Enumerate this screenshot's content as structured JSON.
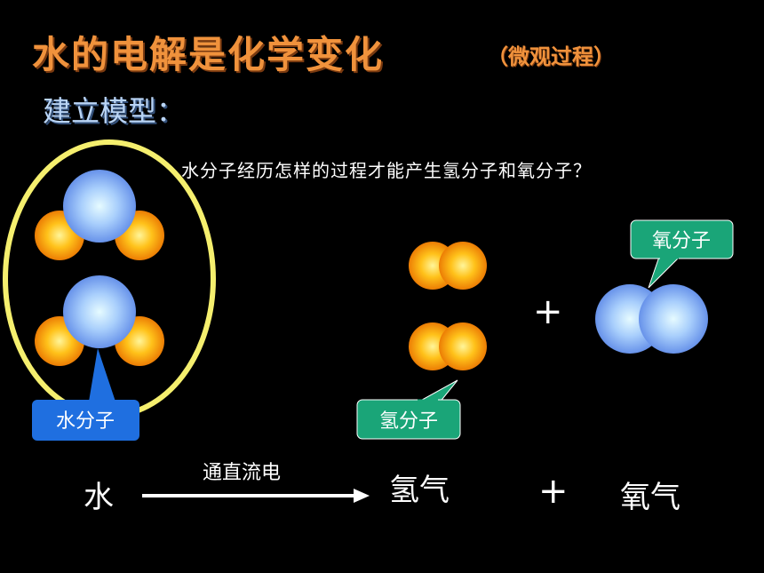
{
  "title": "水的电解是化学变化",
  "subtitle": "（微观过程）",
  "model_heading": "建立模型：",
  "question": "水分子经历怎样的过程才能产生氢分子和氧分子？",
  "labels": {
    "water_molecule": "水分子",
    "hydrogen_molecule": "氢分子",
    "oxygen_molecule": "氧分子"
  },
  "plus": "+",
  "equation": {
    "reactant": "水",
    "condition": "通直流电",
    "product_1": "氢气",
    "plus": "+",
    "product_2": "氧气"
  },
  "colors": {
    "title": "#f0923c",
    "heading": "#b9d4f5",
    "hydrogen_atom": "#f7a21b",
    "oxygen_atom": "#8eb8f5",
    "water_callout": "#1f6fe0",
    "green_callout": "#1aa578",
    "highlight_ring": "#f5ef6e"
  }
}
